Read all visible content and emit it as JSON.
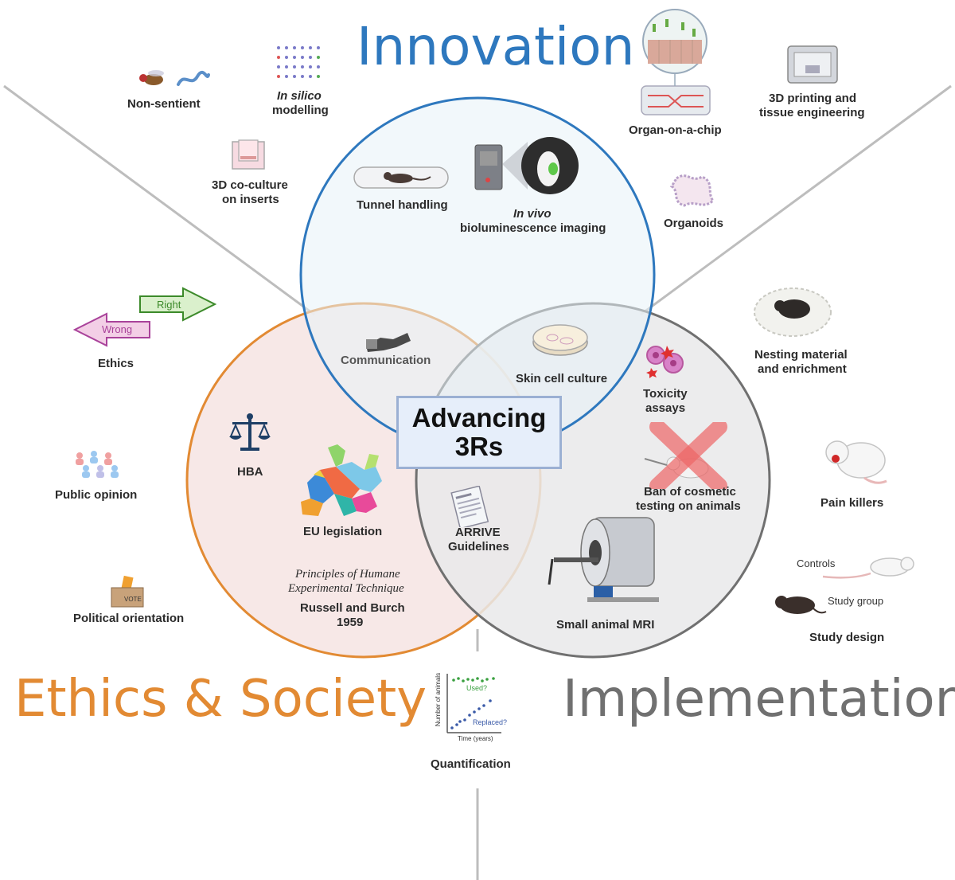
{
  "center": {
    "line1": "Advancing",
    "line2": "3Rs"
  },
  "titles": {
    "innovation": "Innovation",
    "ethics_society": "Ethics & Society",
    "implementation": "Implementation"
  },
  "colors": {
    "innovation": "#2e78be",
    "ethics_society": "#e28a33",
    "implementation": "#707070",
    "innovation_fill": "#e8f3f7",
    "ethics_fill": "#f6e6e4",
    "implementation_fill": "#e9e9ea"
  },
  "innovation_items": {
    "non_sentient": "Non-sentient",
    "in_silico_italic": "In silico",
    "in_silico_rest": "modelling",
    "coculture_1": "3D co-culture",
    "coculture_2": "on inserts",
    "organ_chip": "Organ-on-a-chip",
    "printing_1": "3D printing and",
    "printing_2": "tissue engineering",
    "organoids": "Organoids",
    "tunnel": "Tunnel handling",
    "in_vivo_italic": "In vivo",
    "bioluminescence": "bioluminescence imaging"
  },
  "overlap_items": {
    "communication": "Communication",
    "skin_cell": "Skin cell culture",
    "arrive_1": "ARRIVE",
    "arrive_2": "Guidelines"
  },
  "ethics_items": {
    "arrow_right": "Right",
    "arrow_wrong": "Wrong",
    "ethics": "Ethics",
    "public_opinion": "Public opinion",
    "political": "Political orientation",
    "vote": "VOTE",
    "hba": "HBA",
    "eu_legislation": "EU legislation",
    "principles_1": "Principles of Humane",
    "principles_2": "Experimental Technique",
    "russell_1": "Russell and Burch",
    "russell_2": "1959"
  },
  "implementation_items": {
    "nesting_1": "Nesting material",
    "nesting_2": "and enrichment",
    "toxicity_1": "Toxicity",
    "toxicity_2": "assays",
    "ban_1": "Ban of cosmetic",
    "ban_2": "testing on animals",
    "pain_killers": "Pain killers",
    "controls": "Controls",
    "study_group": "Study group",
    "study_design": "Study design",
    "mri": "Small animal MRI"
  },
  "quantification": {
    "label": "Quantification",
    "y_axis": "Number of animals",
    "x_axis": "Time (years)",
    "used": "Used?",
    "replaced": "Replaced?"
  }
}
